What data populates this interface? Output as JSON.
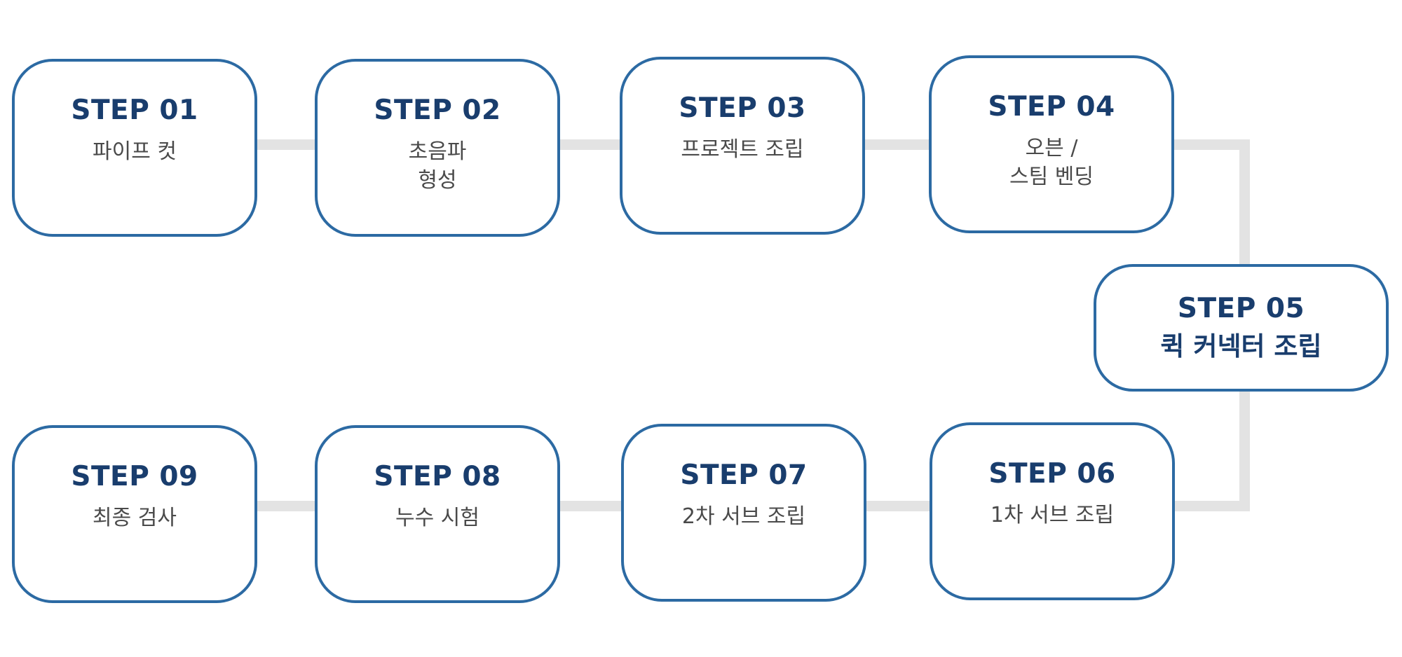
{
  "steps": [
    {
      "title": "STEP 01",
      "label": "파이프 컷"
    },
    {
      "title": "STEP 02",
      "label": "초음파\n형성"
    },
    {
      "title": "STEP 03",
      "label": "프로젝트 조립"
    },
    {
      "title": "STEP 04",
      "label": "오븐 /\n스팀 벤딩"
    },
    {
      "title": "STEP 05",
      "label": "퀵 커넥터 조립"
    },
    {
      "title": "STEP 06",
      "label": "1차 서브 조립"
    },
    {
      "title": "STEP 07",
      "label": "2차 서브 조립"
    },
    {
      "title": "STEP 08",
      "label": "누수 시험"
    },
    {
      "title": "STEP 09",
      "label": "최종 검사"
    }
  ],
  "colors": {
    "box_border": "#2c6aa3",
    "title_text": "#193d6d",
    "label_text": "#4a4a4a",
    "connector": "#e3e3e3"
  }
}
